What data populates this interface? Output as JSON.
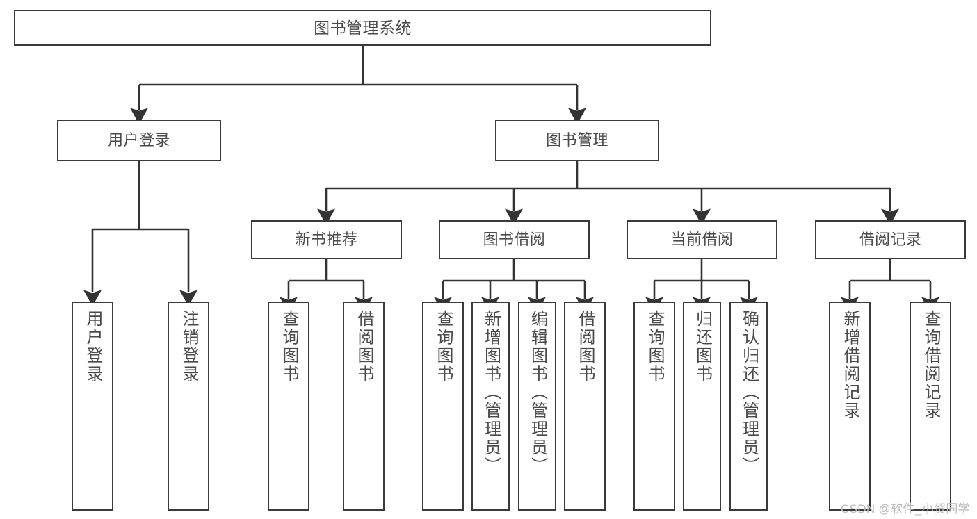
{
  "diagram": {
    "title": "图书管理系统",
    "type": "tree-hierarchy",
    "colors": {
      "box_border": "#3a3a3a",
      "box_fill": "#ffffff",
      "text": "#4a4a4a",
      "connector": "#333333",
      "watermark": "#b9b9b9",
      "background": "#ffffff"
    }
  },
  "root": {
    "label": "图书管理系统"
  },
  "level2": [
    {
      "label": "用户登录"
    },
    {
      "label": "图书管理"
    }
  ],
  "level3": [
    {
      "label": "新书推荐"
    },
    {
      "label": "图书借阅"
    },
    {
      "label": "当前借阅"
    },
    {
      "label": "借阅记录"
    }
  ],
  "leaves": {
    "user_login": [
      {
        "label": "用户登录"
      },
      {
        "label": "注销登录"
      }
    ],
    "new_book_recommend": [
      {
        "label": "查询图书"
      },
      {
        "label": "借阅图书"
      }
    ],
    "book_borrow": [
      {
        "label": "查询图书"
      },
      {
        "label": "新增图书（管理员）"
      },
      {
        "label": "编辑图书（管理员）"
      },
      {
        "label": "借阅图书"
      }
    ],
    "current_borrow": [
      {
        "label": "查询图书"
      },
      {
        "label": "归还图书"
      },
      {
        "label": "确认归还（管理员）"
      }
    ],
    "borrow_record": [
      {
        "label": "新增借阅记录"
      },
      {
        "label": "查询借阅记录"
      }
    ]
  },
  "watermark": {
    "text": "CSDN @软件_小贺同学"
  }
}
